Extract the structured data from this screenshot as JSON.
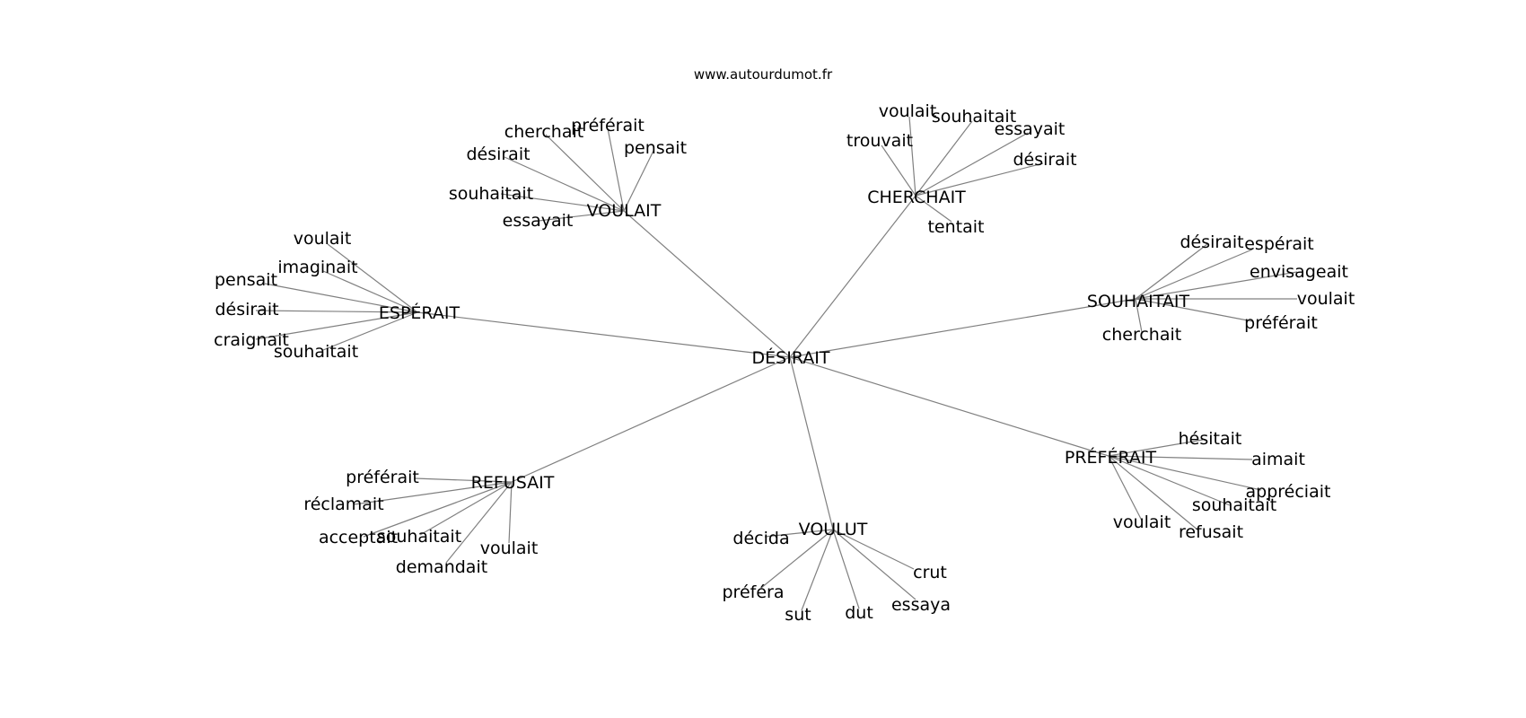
{
  "site": "www.autourdumot.fr",
  "center": "DÉSIRAIT",
  "groups": [
    {
      "word": "VOULAIT",
      "related": [
        "préférait",
        "cherchait",
        "pensait",
        "désirait",
        "souhaitait",
        "essayait"
      ]
    },
    {
      "word": "CHERCHAIT",
      "related": [
        "voulait",
        "souhaitait",
        "trouvait",
        "essayait",
        "désirait",
        "tentait"
      ]
    },
    {
      "word": "ESPÉRAIT",
      "related": [
        "voulait",
        "imaginait",
        "pensait",
        "désirait",
        "craignait",
        "souhaitait"
      ]
    },
    {
      "word": "SOUHAITAIT",
      "related": [
        "désirait",
        "espérait",
        "envisageait",
        "voulait",
        "préférait",
        "cherchait"
      ]
    },
    {
      "word": "PRÉFÉRAIT",
      "related": [
        "hésitait",
        "aimait",
        "appréciait",
        "souhaitait",
        "voulait",
        "refusait"
      ]
    },
    {
      "word": "REFUSAIT",
      "related": [
        "préférait",
        "réclamait",
        "acceptait",
        "souhaitait",
        "voulait",
        "demandait"
      ]
    },
    {
      "word": "VOULUT",
      "related": [
        "décida",
        "crut",
        "préféra",
        "essaya",
        "sut",
        "dut"
      ]
    }
  ]
}
